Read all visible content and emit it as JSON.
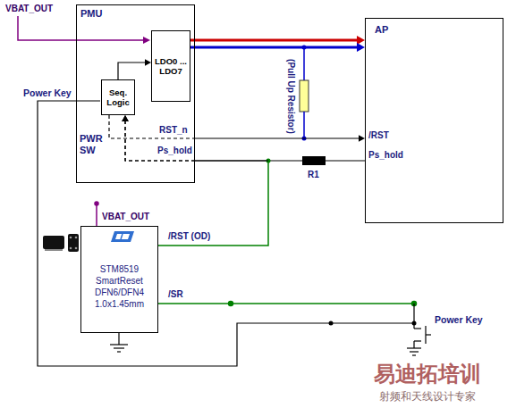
{
  "diagram": {
    "nodes": [
      {
        "text": [
          "PMU",
          "PWR SW"
        ]
      },
      {
        "text": [
          "LDO0 ... LDO7"
        ],
        "in": 0
      },
      {
        "text": [
          "Seq. Logic"
        ],
        "in": 0
      },
      {
        "text": [
          "AP"
        ]
      },
      {
        "text": [
          "STM8519 SmartReset DFN6/DFN4 1.0x1.45mm"
        ]
      }
    ],
    "edges": [
      {
        "from": 1,
        "to": 3,
        "arrow": "to"
      },
      {
        "from": 2,
        "to": 1,
        "arrow": "to"
      },
      {
        "from": 2,
        "to": 3,
        "arrow": "to"
      },
      {
        "from": 3,
        "to": 2,
        "arrow": "to"
      },
      {
        "from": 4,
        "to": 2,
        "arrow": "to"
      }
    ],
    "labels": [
      "VBAT_OUT",
      "Power Key",
      "RST_n",
      "Ps_hold",
      "(Pull Up Resistor)",
      "/RST",
      "Ps_hold",
      "R1",
      "VBAT_OUT",
      "/RST (OD)",
      "/SR",
      "Power Key",
      "易迪拓培训",
      "射频和天线设计专家"
    ]
  }
}
